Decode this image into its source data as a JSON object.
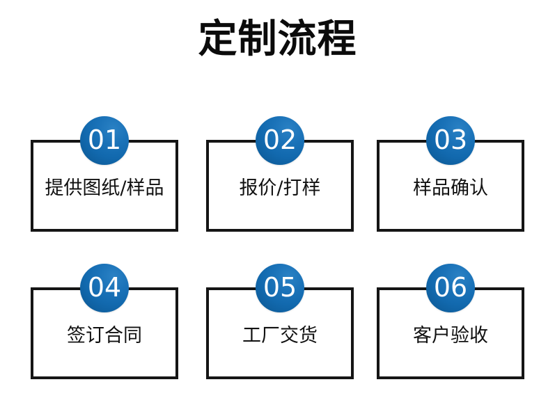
{
  "page": {
    "title": "定制流程",
    "background_color": "#ffffff",
    "accent_color": "#1269ae",
    "box_border_color": "#151515",
    "text_color": "#111111"
  },
  "steps": [
    {
      "number": "01",
      "label": "提供图纸/样品"
    },
    {
      "number": "02",
      "label": "报价/打样"
    },
    {
      "number": "03",
      "label": "样品确认"
    },
    {
      "number": "04",
      "label": "签订合同"
    },
    {
      "number": "05",
      "label": "工厂交货"
    },
    {
      "number": "06",
      "label": "客户验收"
    }
  ]
}
